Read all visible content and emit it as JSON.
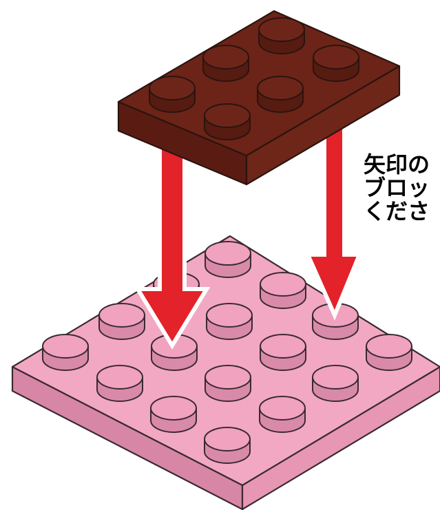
{
  "instruction_lines": [
    "矢印の",
    "ブロッ",
    "くださ"
  ],
  "colors": {
    "top_brick": "#6b2417",
    "base_plate": "#f2a8c2",
    "arrow": "#e3222a",
    "outline": "#2a1410",
    "background": "#ffffff"
  },
  "icons": [
    "down-arrow-icon",
    "stud-icon"
  ]
}
